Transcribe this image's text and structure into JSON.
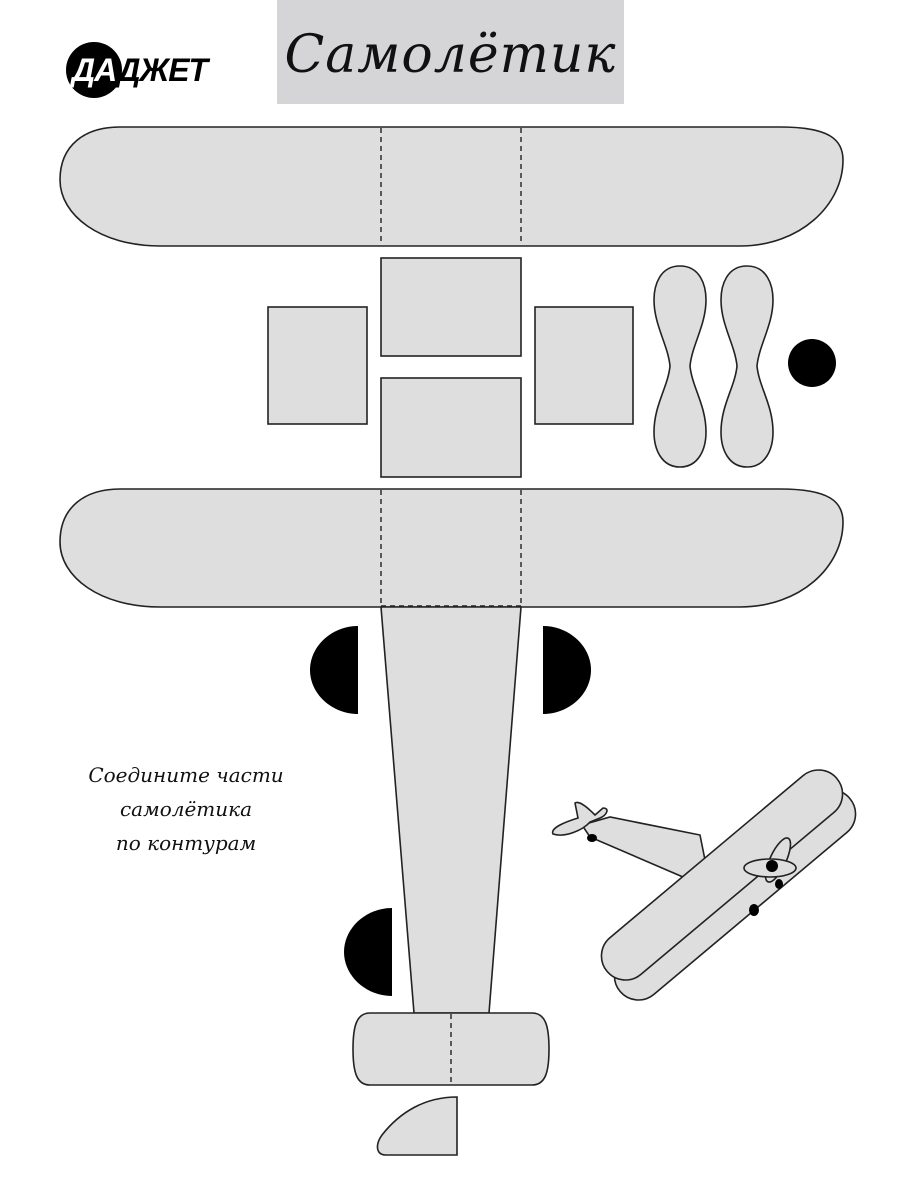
{
  "logo": {
    "text_inverse": "ДА",
    "text_rest": "ДЖЕТ"
  },
  "title": "Самолётик",
  "instructions": [
    "Соедините части",
    "самолётика",
    "по контурам"
  ],
  "colors": {
    "part_fill": "#dededf",
    "title_bg": "#d5d5d7",
    "ink": "#000000"
  }
}
